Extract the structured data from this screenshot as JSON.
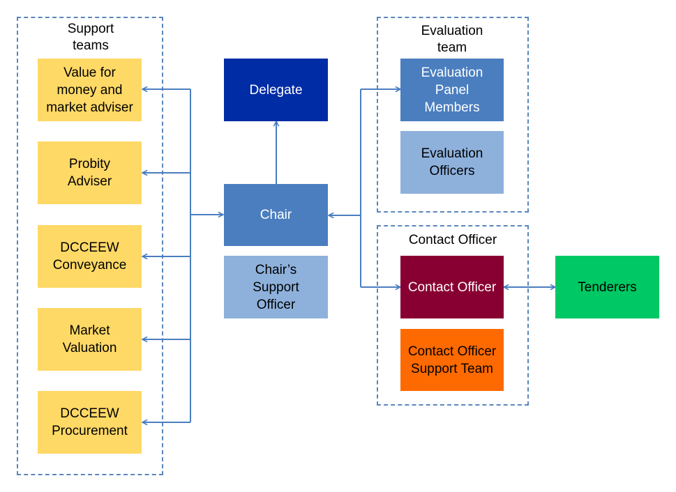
{
  "groups": {
    "support": "Support\nteams",
    "evaluation": "Evaluation\nteam",
    "contact": "Contact Officer"
  },
  "nodes": {
    "value_for_money": "Value for\nmoney and\nmarket adviser",
    "probity": "Probity\nAdviser",
    "conveyance": "DCCEEW\nConveyance",
    "market_valuation": "Market\nValuation",
    "procurement": "DCCEEW\nProcurement",
    "delegate": "Delegate",
    "chair": "Chair",
    "chairs_support": "Chair’s\nSupport\nOfficer",
    "panel_members": "Evaluation\nPanel\nMembers",
    "eval_officers": "Evaluation\nOfficers",
    "contact_officer": "Contact Officer",
    "contact_support": "Contact Officer\nSupport Team",
    "tenderers": "Tenderers"
  },
  "colors": {
    "support_box": "#ffd966",
    "delegate": "#002ca6",
    "chair": "#4a7ebf",
    "light_blue": "#8eb1dc",
    "contact_officer": "#880031",
    "contact_support": "#ff6a00",
    "tenderers": "#00c864",
    "connector": "#4a7ebf",
    "group_border": "#5a86bd"
  }
}
